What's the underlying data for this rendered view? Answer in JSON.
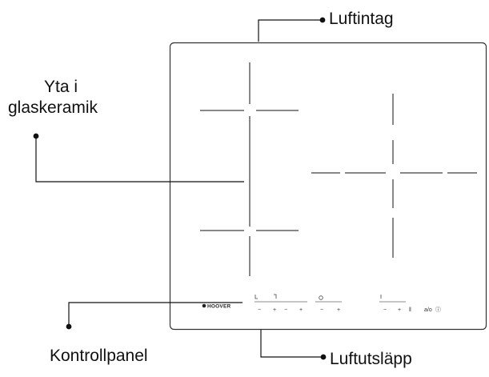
{
  "labels": {
    "air_intake": "Luftintag",
    "surface_line1": "Yta i",
    "surface_line2": "glaskeramik",
    "control_panel": "Kontrollpanel",
    "air_outlet": "Luftutsläpp"
  },
  "control_panel": {
    "brand": "HOOVER",
    "minus": "−",
    "plus": "+",
    "pause": "‖",
    "lock": "a/o",
    "power": "ⓘ"
  },
  "colors": {
    "line": "#111111",
    "hob_outline": "#333333"
  }
}
